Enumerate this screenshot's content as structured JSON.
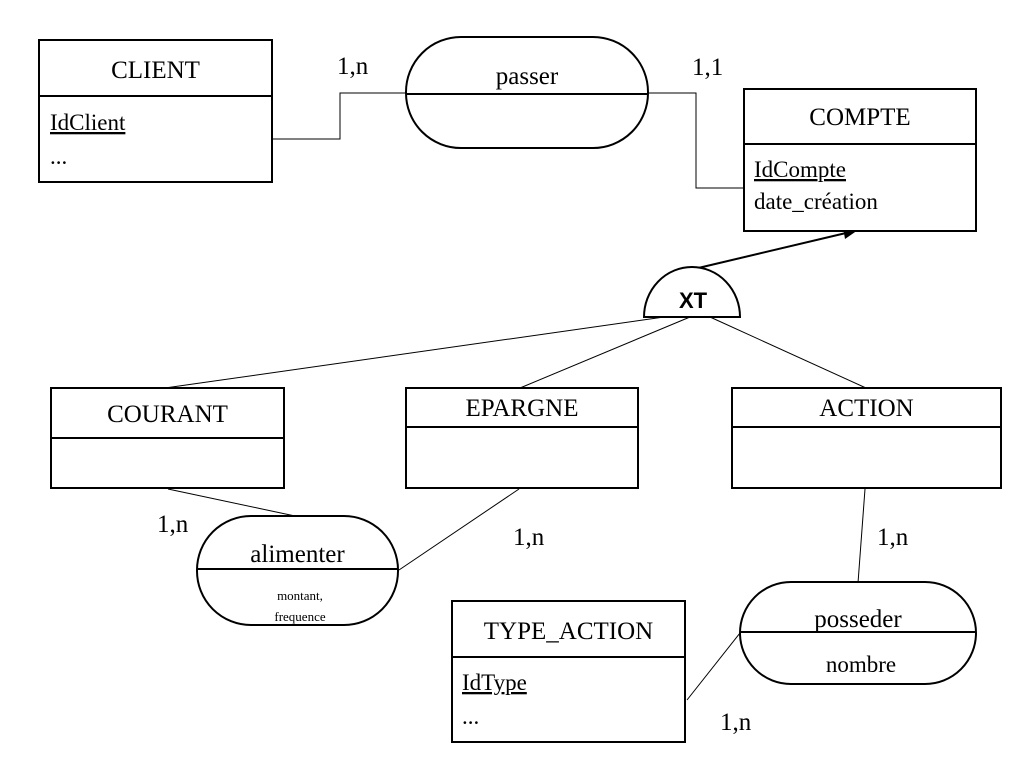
{
  "entities": {
    "client": {
      "name": "CLIENT",
      "key": "IdClient",
      "attrs": [
        "..."
      ]
    },
    "compte": {
      "name": "COMPTE",
      "key": "IdCompte",
      "attrs": [
        "date_création"
      ]
    },
    "courant": {
      "name": "COURANT"
    },
    "epargne": {
      "name": "EPARGNE"
    },
    "action": {
      "name": "ACTION"
    },
    "type_action": {
      "name": "TYPE_ACTION",
      "key": "IdType",
      "attrs": [
        "..."
      ]
    }
  },
  "associations": {
    "passer": {
      "name": "passer"
    },
    "alimenter": {
      "name": "alimenter",
      "attrs": [
        "montant,",
        "frequence"
      ]
    },
    "posseder": {
      "name": "posseder",
      "attrs": [
        "nombre"
      ]
    }
  },
  "inheritance": {
    "label": "XT"
  },
  "cardinalities": {
    "client_passer": "1,n",
    "passer_compte": "1,1",
    "courant_alimenter": "1,n",
    "epargne_alimenter": "1,n",
    "action_posseder": "1,n",
    "typeaction_posseder": "1,n"
  }
}
